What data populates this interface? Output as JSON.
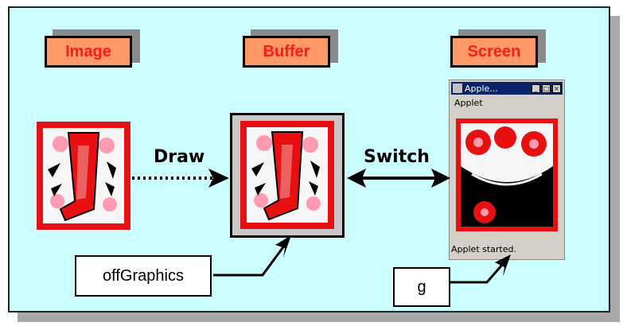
{
  "labels": {
    "image": "Image",
    "buffer": "Buffer",
    "screen": "Screen"
  },
  "arrows": {
    "draw": "Draw",
    "switch": "Switch"
  },
  "boxes": {
    "offgraphics": "offGraphics",
    "g": "g"
  },
  "applet_window": {
    "title": "Apple...",
    "menu": "Applet",
    "status": "Applet started."
  },
  "colors": {
    "background": "#ccffff",
    "label_fill": "#ff9966",
    "label_text": "#ff1a1a",
    "card_red": "#e81010"
  }
}
